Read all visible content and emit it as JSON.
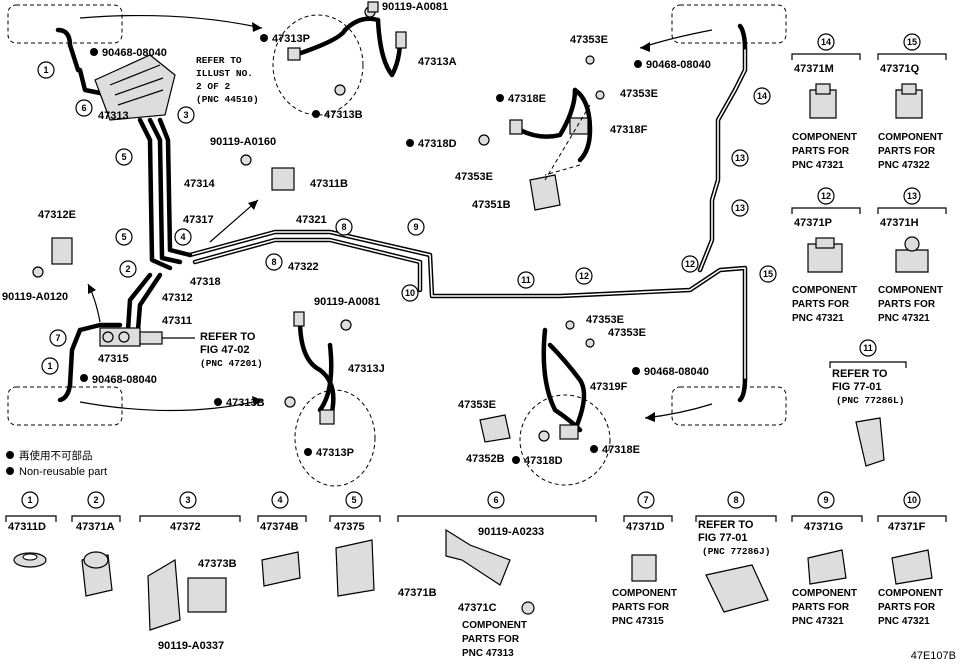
{
  "legend": {
    "jp": "再使用不可部品",
    "en": "Non-reusable part"
  },
  "figure_id": "47E107B",
  "main_labels": {
    "l47313P_top": "47313P",
    "l90119A0081_top": "90119-A0081",
    "l47313A": "47313A",
    "l47313B_top": "47313B",
    "l90468_08040_a": "90468-08040",
    "l47313": "47313",
    "l47314": "47314",
    "l90119A0160": "90119-A0160",
    "l47311B": "47311B",
    "l47317": "47317",
    "l47318": "47318",
    "l47321": "47321",
    "l47322": "47322",
    "l47312E": "47312E",
    "l90119A0120": "90119-A0120",
    "l47312": "47312",
    "l47311": "47311",
    "l47315": "47315",
    "l90468_08040_b": "90468-08040",
    "l90119A0081_mid": "90119-A0081",
    "l47313J": "47313J",
    "l47313B_bot": "47313B",
    "l47313P_bot": "47313P",
    "l47353E_1": "47353E",
    "l47318E_top": "47318E",
    "l47353E_2": "47353E",
    "l47318F": "47318F",
    "l47318D_top": "47318D",
    "l47353E_3": "47353E",
    "l47351B": "47351B",
    "l90468_08040_c": "90468-08040",
    "l90468_08040_d": "90468-08040",
    "l47353E_4": "47353E",
    "l47353E_5": "47353E",
    "l47319F": "47319F",
    "l47353E_6": "47353E",
    "l47352B": "47352B",
    "l47318D_bot": "47318D",
    "l47318E_bot": "47318E"
  },
  "notes": {
    "refer_top": [
      "REFER TO",
      "ILLUST NO.",
      "2 OF 2",
      "(PNC 44510)"
    ],
    "refer_mid_1": "REFER TO",
    "refer_mid_2": "FIG 47-02",
    "refer_mid_3": "(PNC 47201)"
  },
  "bubbles_main": [
    "1",
    "6",
    "3",
    "5",
    "4",
    "2",
    "5",
    "7",
    "1",
    "8",
    "8",
    "9",
    "10",
    "11",
    "12",
    "12",
    "13",
    "13",
    "14",
    "15"
  ],
  "side_parts": [
    {
      "num": "14",
      "part": "47371M",
      "lines": [
        "COMPONENT",
        "PARTS FOR",
        "PNC 47321"
      ]
    },
    {
      "num": "15",
      "part": "47371Q",
      "lines": [
        "COMPONENT",
        "PARTS FOR",
        "PNC 47322"
      ]
    },
    {
      "num": "12",
      "part": "47371P",
      "lines": [
        "COMPONENT",
        "PARTS FOR",
        "PNC 47321"
      ]
    },
    {
      "num": "13",
      "part": "47371H",
      "lines": [
        "COMPONENT",
        "PARTS FOR",
        "PNC 47321"
      ]
    },
    {
      "num": "11",
      "part": "",
      "lines": [
        "REFER TO",
        "FIG 77-01",
        "(PNC 77286L)"
      ]
    }
  ],
  "bottom_parts": [
    {
      "num": "1",
      "part": "47311D"
    },
    {
      "num": "2",
      "part": "47371A"
    },
    {
      "num": "3",
      "part": "47372",
      "sub": [
        "47373B",
        "90119-A0337"
      ]
    },
    {
      "num": "4",
      "part": "47374B"
    },
    {
      "num": "5",
      "part": "47375"
    },
    {
      "num": "6",
      "part": "",
      "sub": [
        "90119-A0233",
        "47371B",
        "47371C"
      ],
      "lines": [
        "COMPONENT",
        "PARTS FOR",
        "PNC 47313"
      ]
    },
    {
      "num": "7",
      "part": "47371D",
      "lines": [
        "COMPONENT",
        "PARTS FOR",
        "PNC 47315"
      ]
    },
    {
      "num": "8",
      "part": "",
      "lines": [
        "REFER TO",
        "FIG 77-01",
        "(PNC 77286J)"
      ]
    },
    {
      "num": "9",
      "part": "47371G",
      "lines": [
        "COMPONENT",
        "PARTS FOR",
        "PNC 47321"
      ]
    },
    {
      "num": "10",
      "part": "47371F",
      "lines": [
        "COMPONENT",
        "PARTS FOR",
        "PNC 47321"
      ]
    }
  ]
}
